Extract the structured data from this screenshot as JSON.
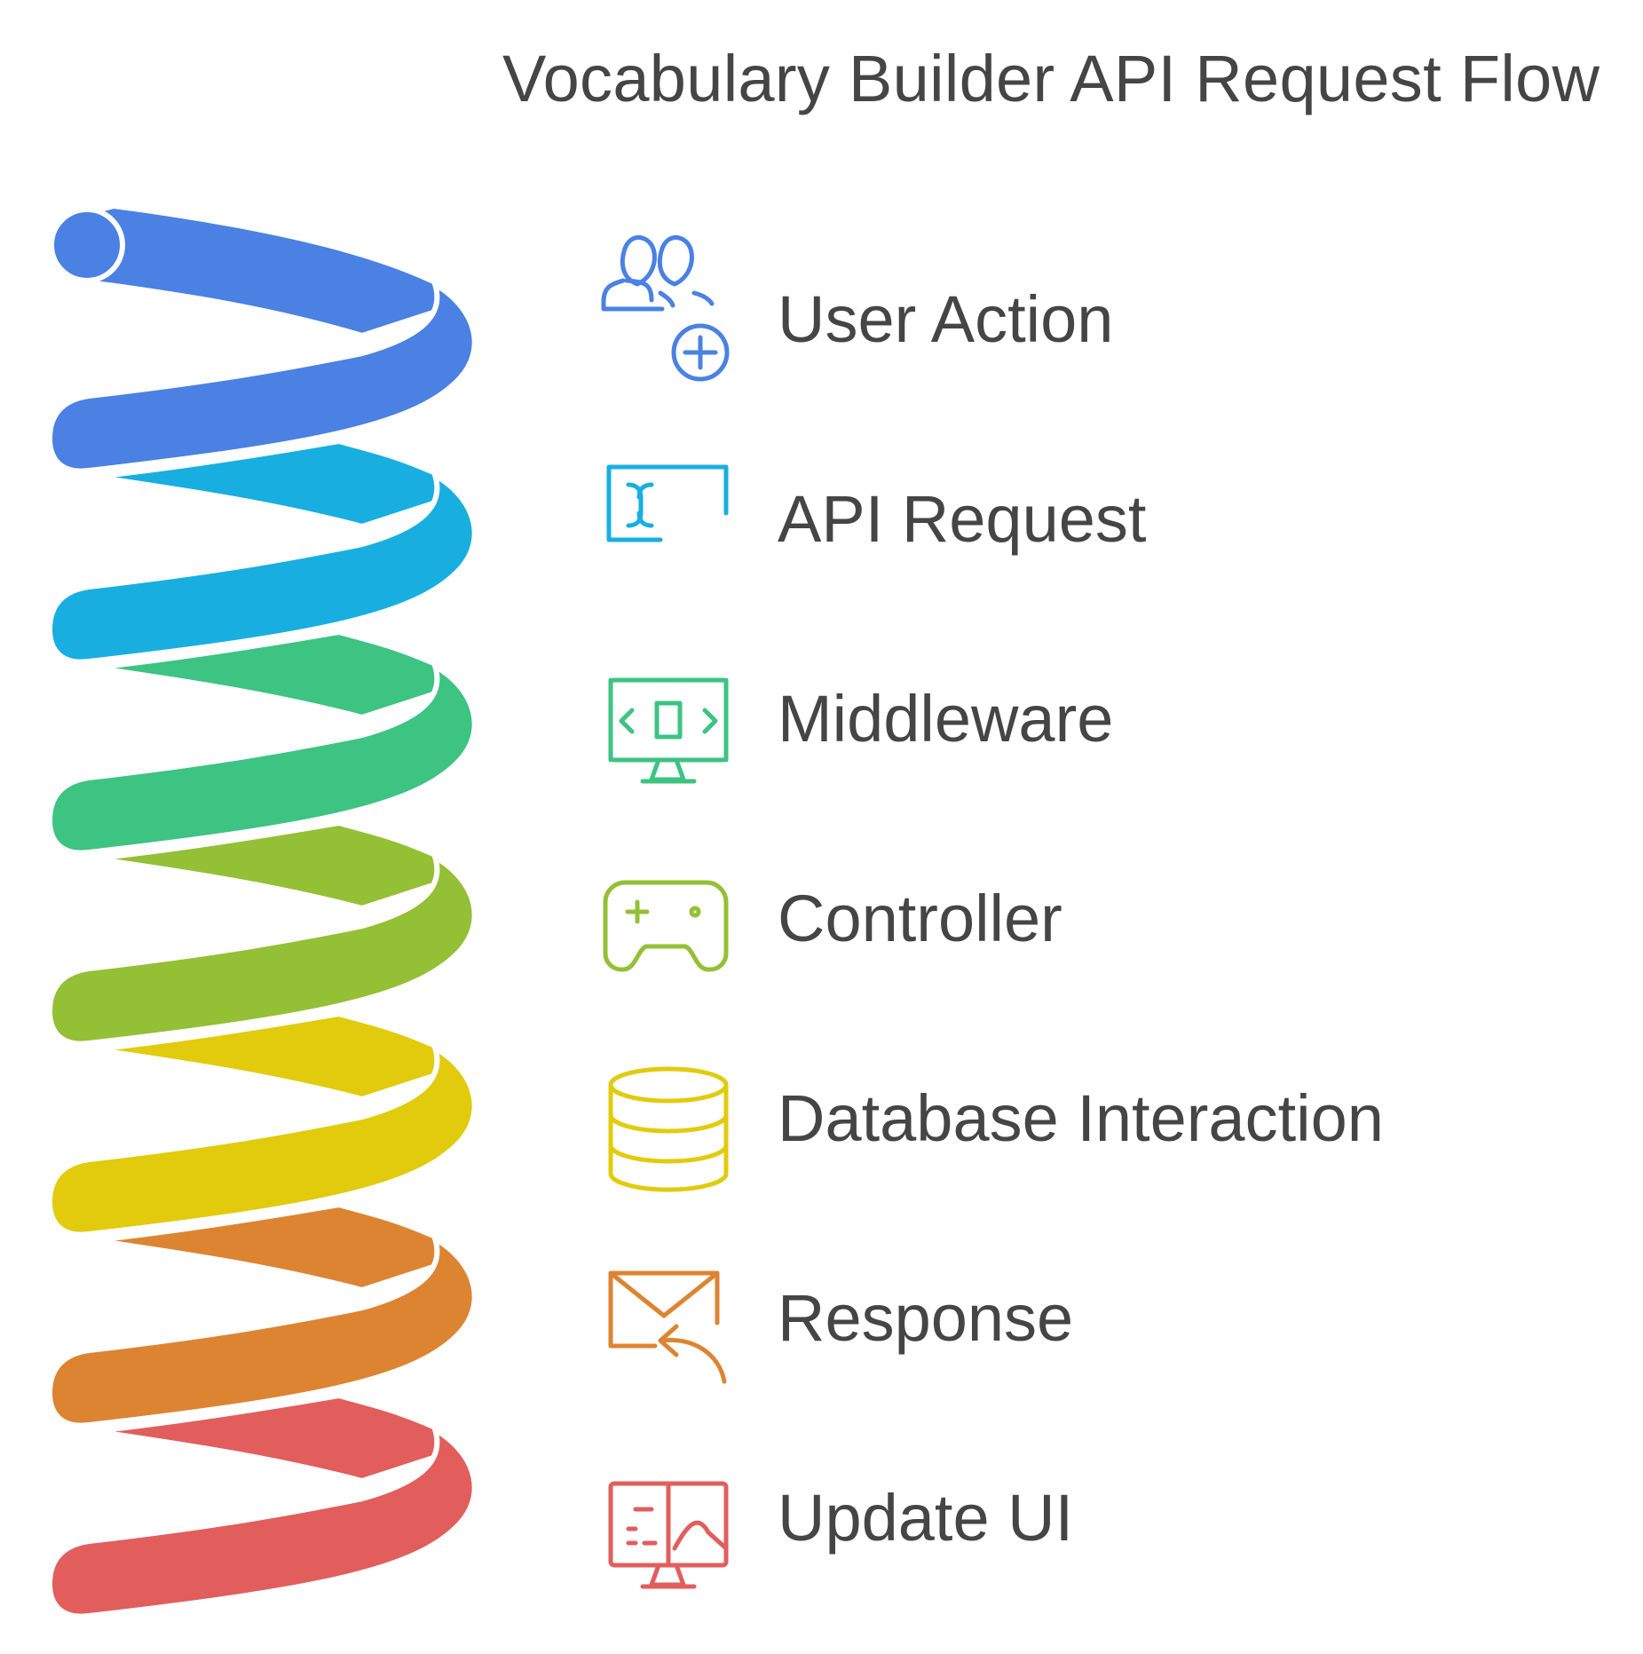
{
  "title": "Vocabulary Builder API Request Flow",
  "steps": [
    {
      "label": "User Action",
      "icon": "user-add-icon",
      "color": "#4A81E3"
    },
    {
      "label": "API Request",
      "icon": "api-request-icon",
      "color": "#18AFE0"
    },
    {
      "label": "Middleware",
      "icon": "monitor-code-icon",
      "color": "#3DC382"
    },
    {
      "label": "Controller",
      "icon": "gamepad-icon",
      "color": "#94C035"
    },
    {
      "label": "Database Interaction",
      "icon": "database-icon",
      "color": "#E1CB0C"
    },
    {
      "label": "Response",
      "icon": "mail-reply-icon",
      "color": "#DD8432"
    },
    {
      "label": "Update UI",
      "icon": "monitor-chart-icon",
      "color": "#E15E5C"
    }
  ]
}
